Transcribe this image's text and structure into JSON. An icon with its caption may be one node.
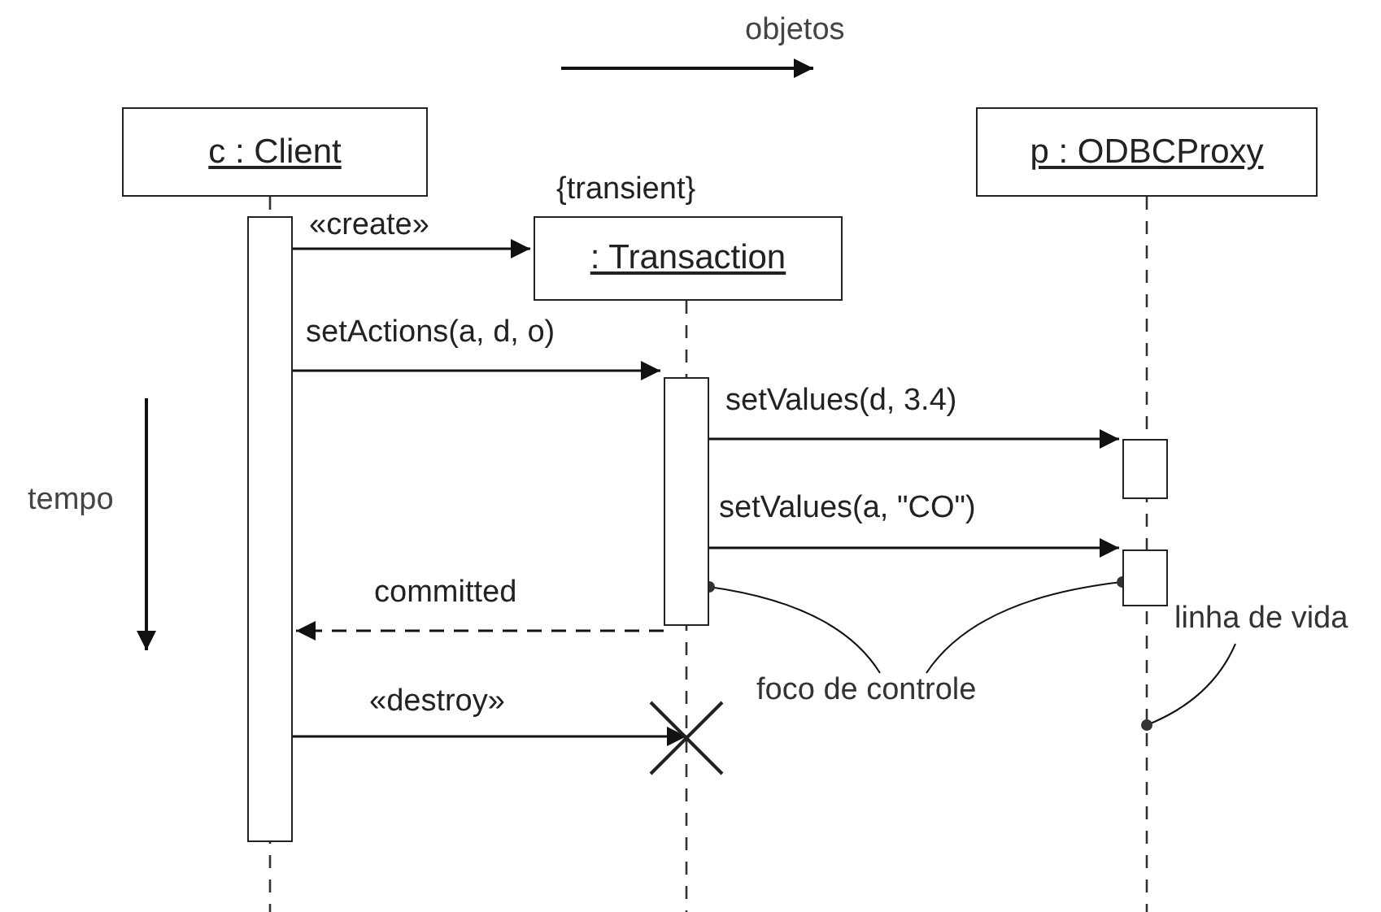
{
  "diagram": {
    "nodes": [
      {
        "text": [
          "c : Client"
        ]
      },
      {
        "text": [
          ": Transaction"
        ],
        "beside": [
          "{transient}"
        ]
      },
      {
        "text": [
          "p : ODBCProxy"
        ]
      },
      {
        "text": [],
        "shape": "bar"
      },
      {
        "text": [],
        "shape": "bar"
      },
      {
        "text": [],
        "shape": "bar"
      },
      {
        "text": [],
        "shape": "bar"
      },
      {
        "text": [],
        "shape": "cross"
      },
      {
        "text": [
          "foco de controle"
        ]
      },
      {
        "text": [
          "linha de vida"
        ]
      }
    ],
    "edges": [
      {
        "from": 3,
        "to": 1,
        "arrow": "to",
        "label": "«create»"
      },
      {
        "from": 3,
        "to": 4,
        "arrow": "to",
        "label": "setActions(a, d, o)"
      },
      {
        "from": 4,
        "to": 5,
        "arrow": "to",
        "label": "setValues(d, 3.4)"
      },
      {
        "from": 4,
        "to": 6,
        "arrow": "to",
        "label": "setValues(a, \"CO\")"
      },
      {
        "from": 4,
        "to": 3,
        "arrow": "to",
        "label": "committed",
        "style": "dashed"
      },
      {
        "from": 3,
        "to": 7,
        "arrow": "to",
        "label": "«destroy»"
      },
      {
        "from": 8,
        "to": 4,
        "arrow": "other"
      },
      {
        "from": 8,
        "to": 6,
        "arrow": "other"
      },
      {
        "from": 9,
        "to": null,
        "arrow": "other"
      }
    ],
    "labels": [
      "objetos",
      "tempo"
    ]
  }
}
